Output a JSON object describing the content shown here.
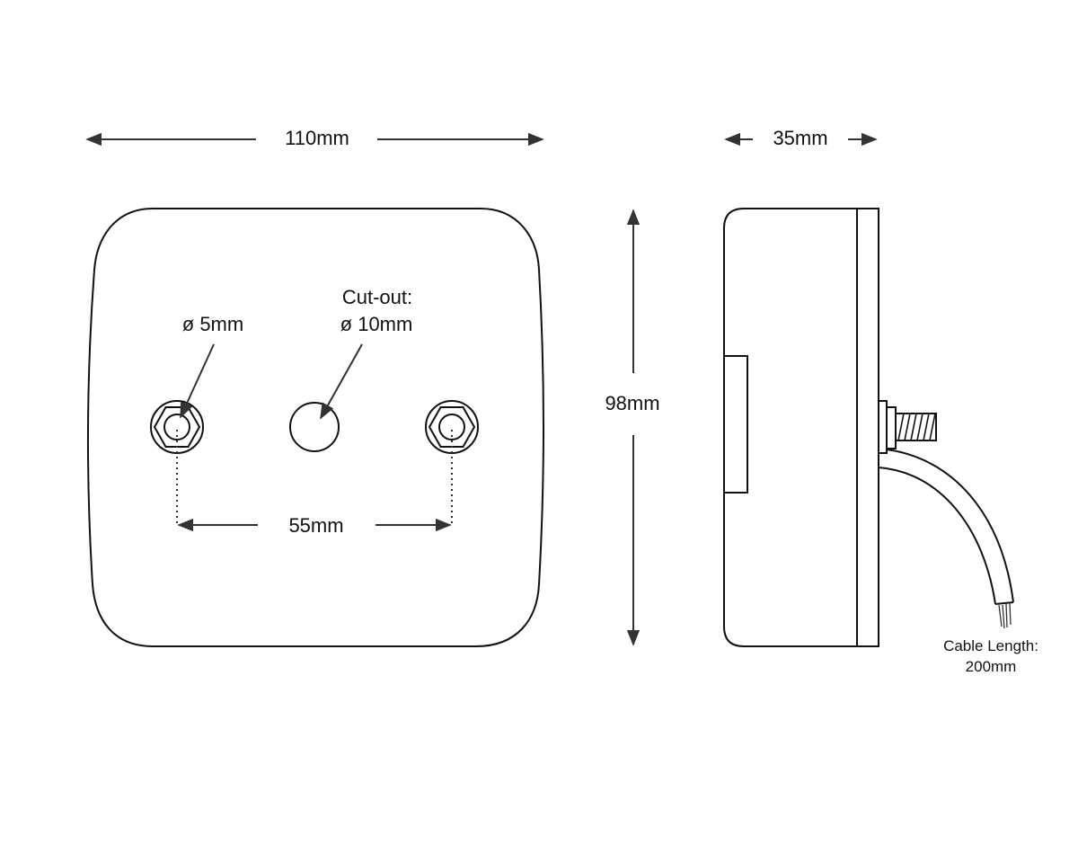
{
  "front_view": {
    "width_label": "110mm",
    "hole_label": "ø 5mm",
    "cutout_label_line1": "Cut-out:",
    "cutout_label_line2": "ø 10mm",
    "hole_spacing_label": "55mm"
  },
  "height_label": "98mm",
  "side_view": {
    "depth_label": "35mm",
    "cable_label_line1": "Cable Length:",
    "cable_label_line2": "200mm"
  },
  "colors": {
    "line": "#111111",
    "dimension": "#333333",
    "background": "#ffffff"
  }
}
